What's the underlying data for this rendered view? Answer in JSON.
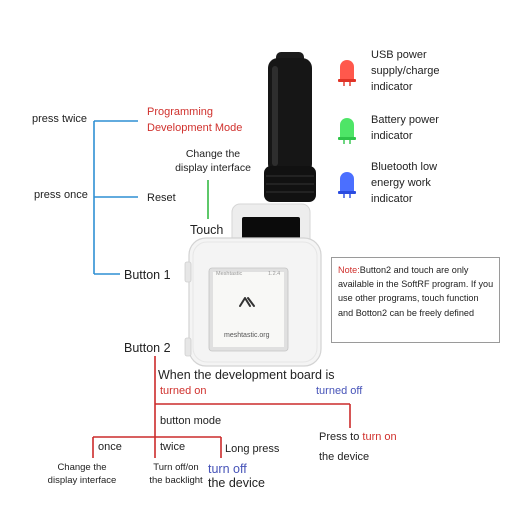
{
  "colors": {
    "line_blue": "#2f8fd4",
    "line_green": "#4cc25a",
    "line_red": "#cc2b2b",
    "text_red": "#d0312d",
    "text_blue": "#4653b8",
    "led_red": "#ff4a3d",
    "led_green": "#3fe35a",
    "led_blue": "#3c63ff"
  },
  "device": {
    "screen_header_left": "Meshtastic",
    "screen_header_right": "1.2.4",
    "screen_url": "meshtastic.org",
    "screen_logo_icon": "meshtastic-logo-icon"
  },
  "leds": [
    {
      "icon": "red-led-icon",
      "color": "#ff4a3d",
      "lines": [
        "USB power",
        "supply/charge",
        "indicator"
      ]
    },
    {
      "icon": "green-led-icon",
      "color": "#3fe35a",
      "lines": [
        "Battery power",
        "indicator"
      ]
    },
    {
      "icon": "blue-led-icon",
      "color": "#3c63ff",
      "lines": [
        "Bluetooth low",
        "energy work",
        "indicator"
      ]
    }
  ],
  "button1": {
    "press_twice": "press twice",
    "programming_line1": "Programming",
    "programming_line2": "Development Mode",
    "press_once": "press once",
    "reset": "Reset",
    "label": "Button 1"
  },
  "touch": {
    "change_line1": "Change the",
    "change_line2": "display interface",
    "label": "Touch"
  },
  "note": {
    "prefix": "Note:",
    "text": "Button2 and touch are only available in the SoftRF program. If you use other programs, touch function and Botton2 can be freely defined"
  },
  "button2": {
    "label": "Button 2",
    "when_text": "When the development board is",
    "turned_on": "turned on",
    "turned_off": "turned off",
    "button_mode": "button mode",
    "press_to": "Press to",
    "turn_on": "turn on",
    "the_device_right": "the device",
    "once": "once",
    "twice": "twice",
    "long_press": "Long press",
    "change_line1": "Change the",
    "change_line2": "display interface",
    "backlight_line1": "Turn off/on",
    "backlight_line2": "the backlight",
    "turn_off": "turn off",
    "the_device_bottom": "the device"
  }
}
